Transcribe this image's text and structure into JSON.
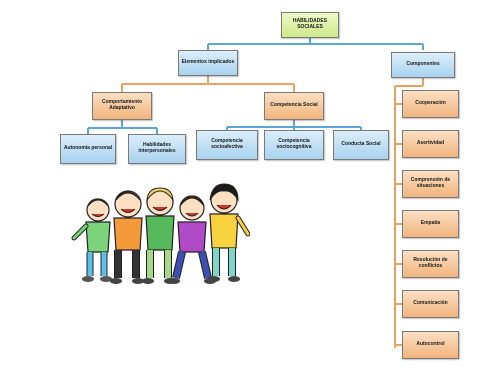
{
  "nodes": {
    "root": "HABILIDADES SOCIALES",
    "elementos": "Elementos implicados",
    "componentes": "Componentes",
    "comp_adaptativo": "Comportamiento Adaptativo",
    "competencia_social": "Competencia Social",
    "autonomia": "Autonomía personal",
    "interpersonales": "Habilidades interpersonales",
    "socioafectiva": "Competencia socioafectiva",
    "sociocognitiva": "Competencia sociocognitiva",
    "conducta": "Conducta Social",
    "cooperacion": "Cooperación",
    "asertividad": "Asertividad",
    "comprension": "Comprensión de situaciones",
    "empatia": "Empatía",
    "resolucion": "Resolución de conflictos",
    "comunicacion": "Comunicación",
    "autocontrol": "Autocontrol"
  },
  "colors": {
    "green": "#d6ee96",
    "blue": "#b3d8f2",
    "orange": "#f4bd8a",
    "connector": "#5aa6d6",
    "connector_orange": "#e9a260"
  },
  "illustration": "group-of-children-icon"
}
